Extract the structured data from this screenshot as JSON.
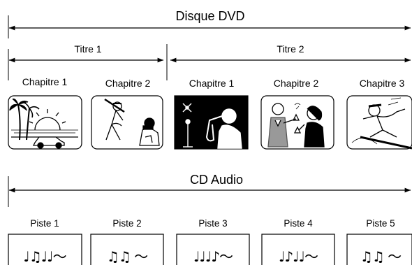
{
  "dvd": {
    "label": "Disque DVD",
    "titles": [
      {
        "label": "Titre 1",
        "chapters": [
          "Chapitre 1",
          "Chapitre 2"
        ]
      },
      {
        "label": "Titre 2",
        "chapters": [
          "Chapitre 1",
          "Chapitre 2",
          "Chapitre 3"
        ]
      }
    ],
    "chapter_icons": [
      "palm-sunset-car-icon",
      "baseball-players-icon",
      "saxophone-singer-icon",
      "couple-toast-icon",
      "snowboarder-icon"
    ]
  },
  "cd": {
    "label": "CD Audio",
    "tracks": [
      "Piste 1",
      "Piste 2",
      "Piste 3",
      "Piste 4",
      "Piste 5"
    ],
    "track_notes": [
      "♩♫♩♩〜",
      "♫♫ 〜",
      "♩♩♩♪〜",
      "♩♪♩♩〜",
      "♫♫ 〜"
    ]
  }
}
